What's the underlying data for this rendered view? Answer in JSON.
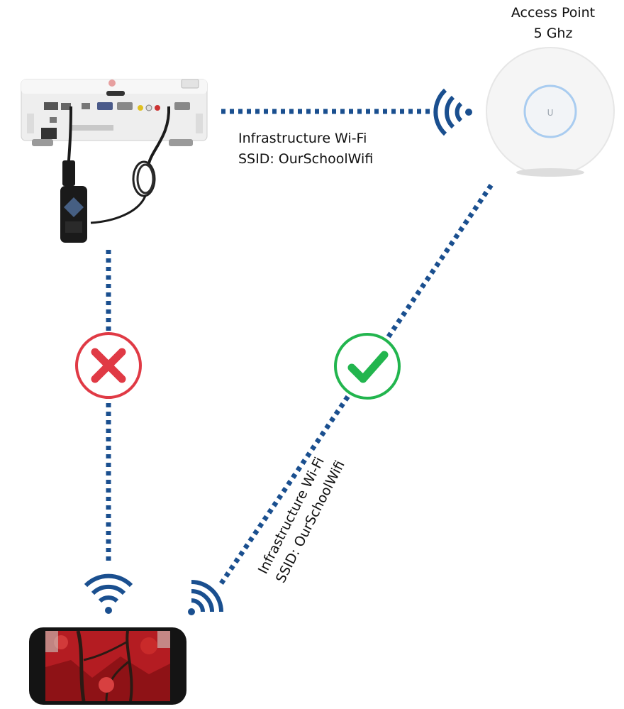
{
  "access_point": {
    "title_line1": "Access Point",
    "title_line2": "5 Ghz"
  },
  "link_projector_ap": {
    "line1": "Infrastructure Wi-Fi",
    "line2": "SSID: OurSchoolWifi"
  },
  "link_phone_ap": {
    "line1": "Infrastructure Wi-Fi",
    "line2": "SSID: OurSchoolWifi"
  },
  "status": {
    "direct_link": "fail",
    "infrastructure_link": "success"
  },
  "colors": {
    "link": "#1a4f8f",
    "fail": "#e03a45",
    "success": "#22b54e"
  }
}
